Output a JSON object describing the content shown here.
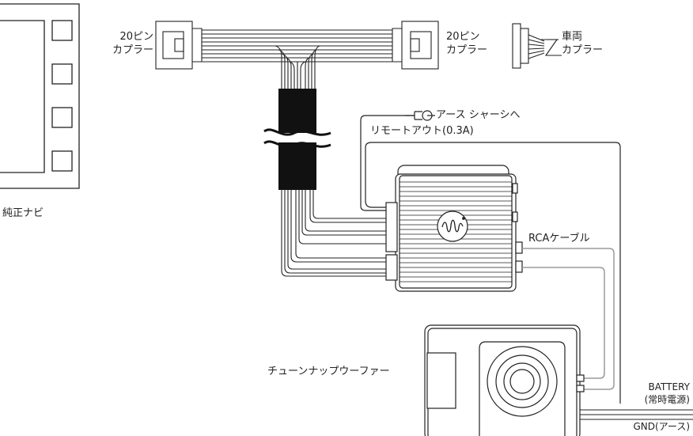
{
  "labels": {
    "navi": "純正ナビ",
    "connector_left": [
      "20ピン",
      "カプラー"
    ],
    "connector_right": [
      "20ピン",
      "カプラー"
    ],
    "vehicle_coupler": [
      "車両",
      "カプラー"
    ],
    "chassis_ground": "アース シャーシへ",
    "remote_out": "リモートアウト(0.3A)",
    "rca_cable": "RCAケーブル",
    "subwoofer": "チューンナップウーファー",
    "battery": [
      "BATTERY",
      "(常時電源)"
    ],
    "gnd": "GND(アース)"
  },
  "colors": {
    "line": "#222222",
    "rca": "#9a9a9a",
    "harness": "#111111"
  }
}
